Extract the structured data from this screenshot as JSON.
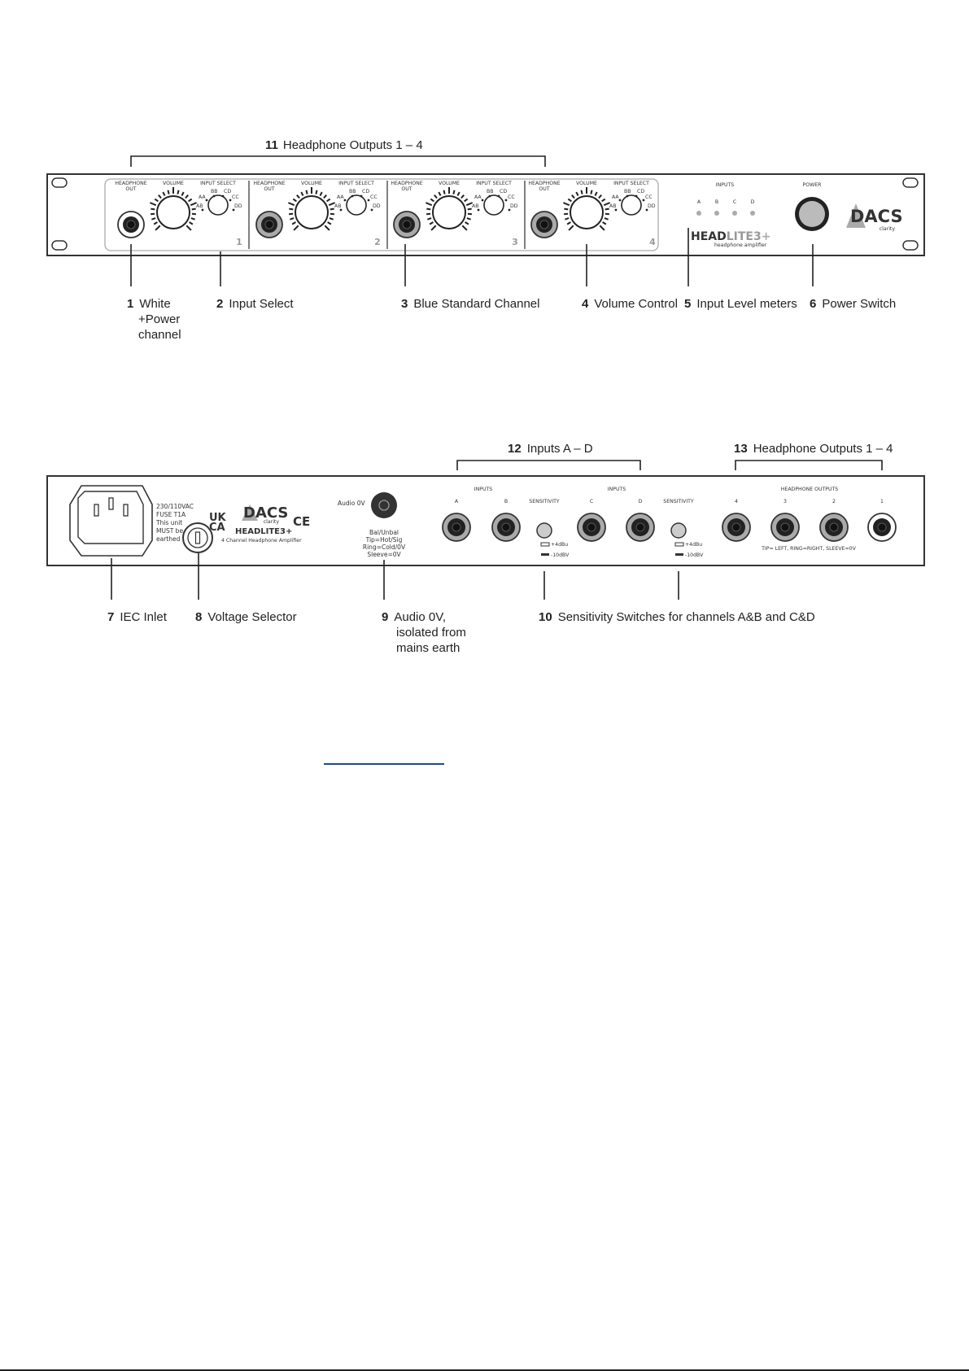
{
  "front": {
    "headphone_out": [
      "HEADPHONE",
      "OUT"
    ],
    "volume": "VOLUME",
    "input_select": "INPUT SELECT",
    "select_positions": [
      "AA",
      "BB",
      "CD",
      "CC",
      "DD",
      "AB"
    ],
    "channels": [
      "1",
      "2",
      "3",
      "4"
    ],
    "inputs_label": "INPUTS",
    "meter_letters": [
      "A",
      "B",
      "C",
      "D"
    ],
    "power_label": "POWER",
    "product_head": "HEAD",
    "product_lite": "LITE3",
    "product_plus": "+",
    "product_sub": "headphone amplifier",
    "brand": "DACS",
    "brand_sub": "clarity"
  },
  "rear": {
    "iec_text": [
      "230/110VAC",
      "FUSE T1A",
      "This unit",
      "MUST be",
      "earthed"
    ],
    "ukca": [
      "UK",
      "CA"
    ],
    "ce": "CE",
    "brand": "DACS",
    "brand_sub": "clarity",
    "model": "HEADLITE3+",
    "model_sub": "4 Channel Headphone Amplifier",
    "audio0v_label": "Audio 0V",
    "wiring": [
      "Bal/Unbal",
      "Tip=Hot/Sig",
      "Ring=Cold/0V",
      "Sleeve=0V"
    ],
    "inputs_label": "INPUTS",
    "sensitivity_label": "SENSITIVITY",
    "input_letters": [
      "A",
      "B",
      "C",
      "D"
    ],
    "sens_high": "+4dBu",
    "sens_low": "-10dBV",
    "hp_outputs_label": "HEADPHONE OUTPUTS",
    "hp_numbers": [
      "4",
      "3",
      "2",
      "1"
    ],
    "trs_note": "TIP= LEFT, RING=RIGHT, SLEEVE=0V"
  },
  "callouts": {
    "c11": {
      "num": "11",
      "text": "Headphone Outputs 1 – 4"
    },
    "c1": {
      "num": "1",
      "lines": [
        "White",
        "+Power",
        "channel"
      ]
    },
    "c2": {
      "num": "2",
      "text": "Input Select"
    },
    "c3": {
      "num": "3",
      "text": "Blue Standard Channel"
    },
    "c4": {
      "num": "4",
      "text": "Volume Control"
    },
    "c5": {
      "num": "5",
      "text": "Input Level meters"
    },
    "c6": {
      "num": "6",
      "text": "Power Switch"
    },
    "c12": {
      "num": "12",
      "text": "Inputs A – D"
    },
    "c13": {
      "num": "13",
      "text": "Headphone Outputs 1 – 4"
    },
    "c7": {
      "num": "7",
      "text": "IEC Inlet"
    },
    "c8": {
      "num": "8",
      "text": "Voltage Selector"
    },
    "c9": {
      "num": "9",
      "lines": [
        "Audio 0V,",
        "isolated from",
        "mains earth"
      ]
    },
    "c10": {
      "num": "10",
      "text": "Sensitivity Switches for channels A&B and C&D"
    }
  }
}
